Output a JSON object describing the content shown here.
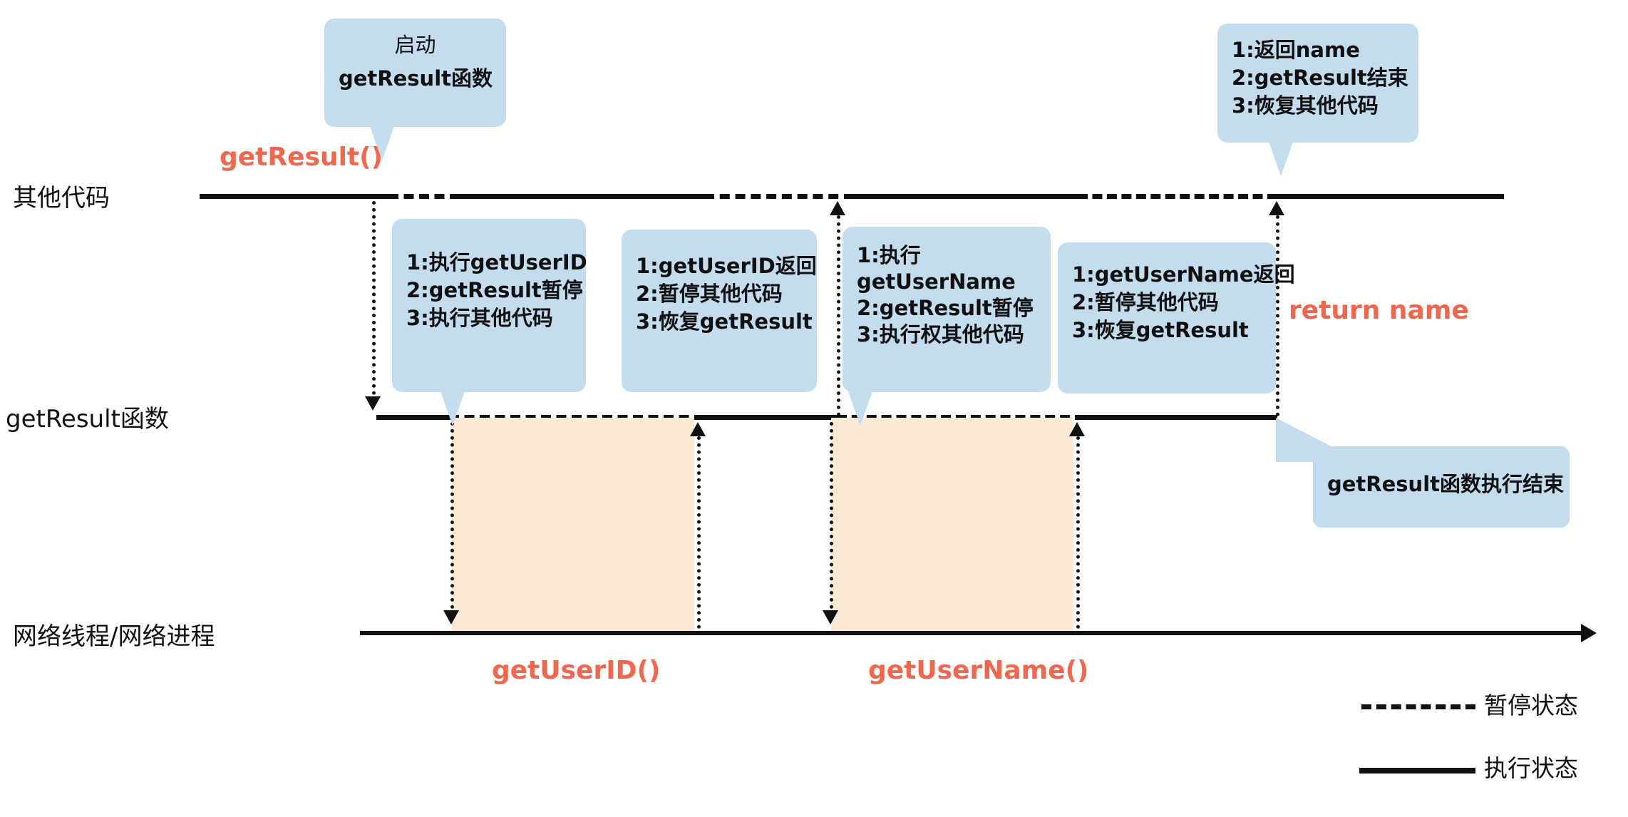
{
  "diagram": {
    "title_hidden": "",
    "lanes": [
      {
        "id": "other-code",
        "label": "其他代码"
      },
      {
        "id": "getresult-func",
        "label": "getResult函数"
      },
      {
        "id": "network-thread",
        "label": "网络线程/网络进程"
      }
    ],
    "red_labels": {
      "getresult_call": "getResult()",
      "return_name": "return name",
      "get_user_id": "getUserID()",
      "get_user_name": "getUserName()"
    },
    "callouts": [
      {
        "id": "start",
        "lines": [
          "启动",
          "getResult函数"
        ],
        "bold": [
          false,
          true
        ]
      },
      {
        "id": "exec-getuserid",
        "lines": [
          "1:执行getUserID",
          "2:getResult暂停",
          "3:执行其他代码"
        ]
      },
      {
        "id": "getuserid-return",
        "lines": [
          "1:getUserID返回",
          "2:暂停其他代码",
          "3:恢复getResult"
        ]
      },
      {
        "id": "exec-getusername",
        "lines": [
          "1:执行",
          "getUserName",
          "2:getResult暂停",
          "3:执行权其他代码"
        ]
      },
      {
        "id": "getusername-return",
        "lines": [
          "1:getUserName返回",
          "2:暂停其他代码",
          "3:恢复getResult"
        ]
      },
      {
        "id": "return-name",
        "lines": [
          "1:返回name",
          "2:getResult结束",
          "3:恢复其他代码"
        ]
      },
      {
        "id": "getresult-finished",
        "lines": [
          "getResult函数执行结束"
        ]
      }
    ],
    "legend": [
      {
        "id": "paused",
        "style": "dashed",
        "label": "暂停状态"
      },
      {
        "id": "executing",
        "style": "solid",
        "label": "执行状态"
      }
    ],
    "colors": {
      "callout_bg": "#c3dcee",
      "block_bg": "#fce9d4",
      "accent_red": "#f2664b",
      "line": "#111111"
    }
  }
}
